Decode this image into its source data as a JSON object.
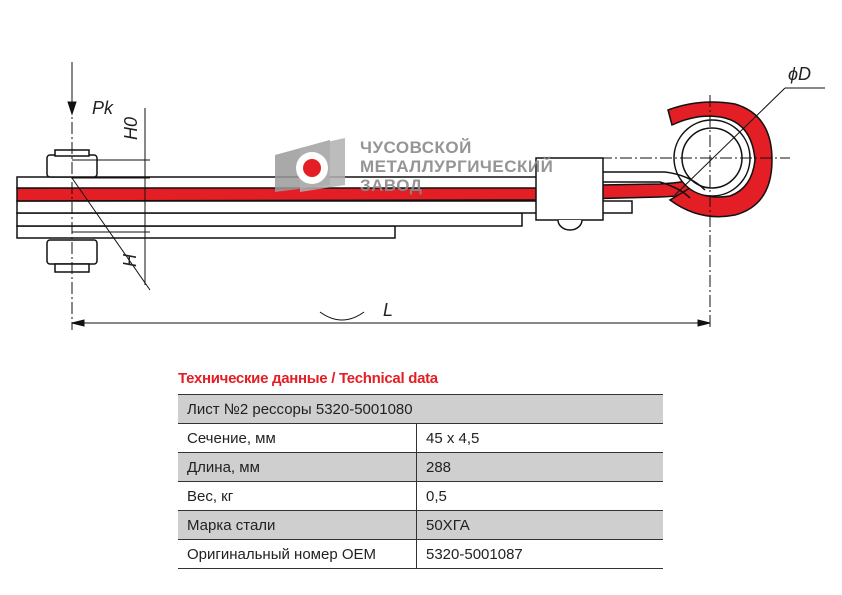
{
  "drawing": {
    "labels": {
      "force": "Pk",
      "free_height": "H0",
      "height": "H",
      "length": "L",
      "eye_diameter": "ϕD"
    },
    "colors": {
      "accent": "#e31e24",
      "line": "#111111"
    }
  },
  "logo": {
    "line1": "ЧУСОВСКОЙ",
    "line2": "МЕТАЛЛУРГИЧЕСКИЙ",
    "line3": "ЗАВОД"
  },
  "specs": {
    "title": "Технические данные / Technical data",
    "header": "Лист №2 рессоры 5320-5001080",
    "rows": [
      {
        "label": "Сечение, мм",
        "value": "45 х 4,5"
      },
      {
        "label": "Длина, мм",
        "value": "288"
      },
      {
        "label": "Вес, кг",
        "value": "0,5"
      },
      {
        "label": "Марка стали",
        "value": "50ХГА"
      },
      {
        "label": "Оригинальный номер OEM",
        "value": "5320-5001087"
      }
    ]
  }
}
